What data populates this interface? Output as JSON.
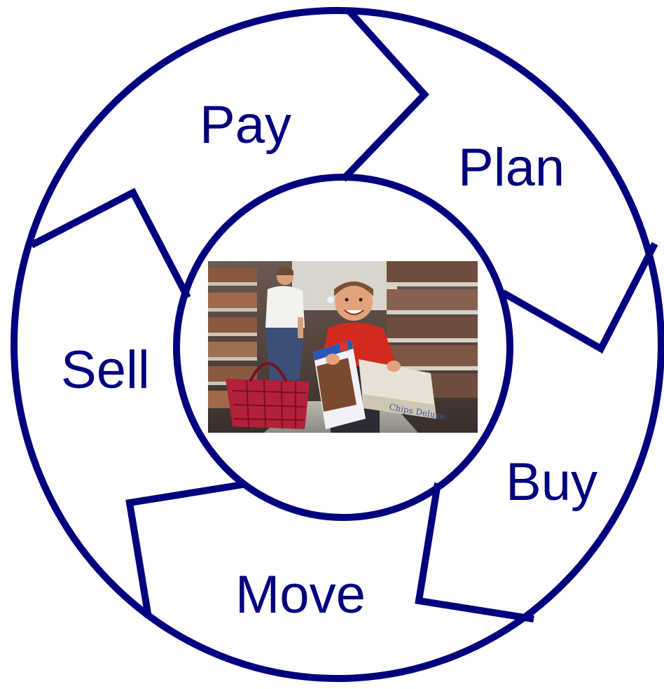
{
  "diagram": {
    "stages": [
      {
        "id": "pay",
        "label": "Pay"
      },
      {
        "id": "plan",
        "label": "Plan"
      },
      {
        "id": "buy",
        "label": "Buy"
      },
      {
        "id": "move",
        "label": "Move"
      },
      {
        "id": "sell",
        "label": "Sell"
      }
    ],
    "center_image": "shopping-photo"
  },
  "colors": {
    "stroke": "#00007f",
    "text": "#00007f",
    "background": "#ffffff"
  }
}
